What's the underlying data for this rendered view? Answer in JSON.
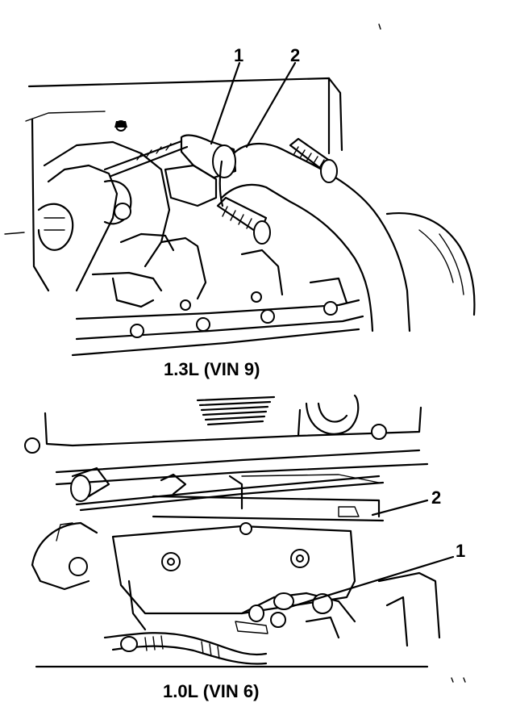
{
  "diagrams": [
    {
      "caption": "1.3L (VIN 9)",
      "callouts": [
        "1",
        "2"
      ]
    },
    {
      "caption": "1.0L (VIN 6)",
      "callouts": [
        "2",
        "1"
      ]
    }
  ],
  "colors": {
    "ink": "#000000",
    "paper": "#ffffff"
  }
}
